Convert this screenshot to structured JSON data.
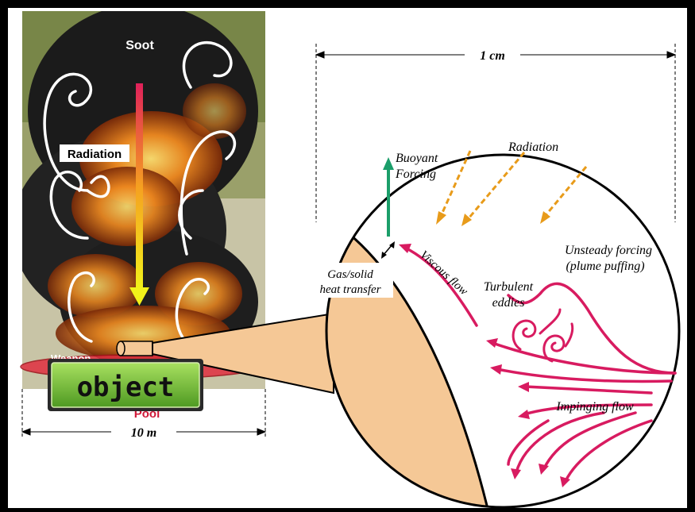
{
  "labels": {
    "soot": "Soot",
    "radiation_left": "Radiation",
    "weapon": "Weapon",
    "object_button": "object",
    "pool": "Pool",
    "scale_left": "10 m",
    "scale_right": "1 cm",
    "buoyant_line1": "Buoyant",
    "buoyant_line2": "Forcing",
    "radiation_right": "Radiation",
    "gas_solid_line1": "Gas/solid",
    "gas_solid_line2": "heat transfer",
    "viscous_flow": "Viscous flow",
    "turbulent_line1": "Turbulent",
    "turbulent_line2": "eddies",
    "unsteady_line1": "Unsteady forcing",
    "unsteady_line2": "(plume puffing)",
    "impinging_flow": "Impinging flow"
  },
  "colors": {
    "background_frame": "#000000",
    "flow_arrows": "#d81b60",
    "radiation_arrows": "#e89b1a",
    "buoyant_arrow": "#1b9e6a",
    "object_surface": "#f5c896",
    "button_green": "#7cc43a",
    "pool_red": "#e03040",
    "smoke": "#1b1b1b",
    "fire_orange": "#f07a1a"
  }
}
